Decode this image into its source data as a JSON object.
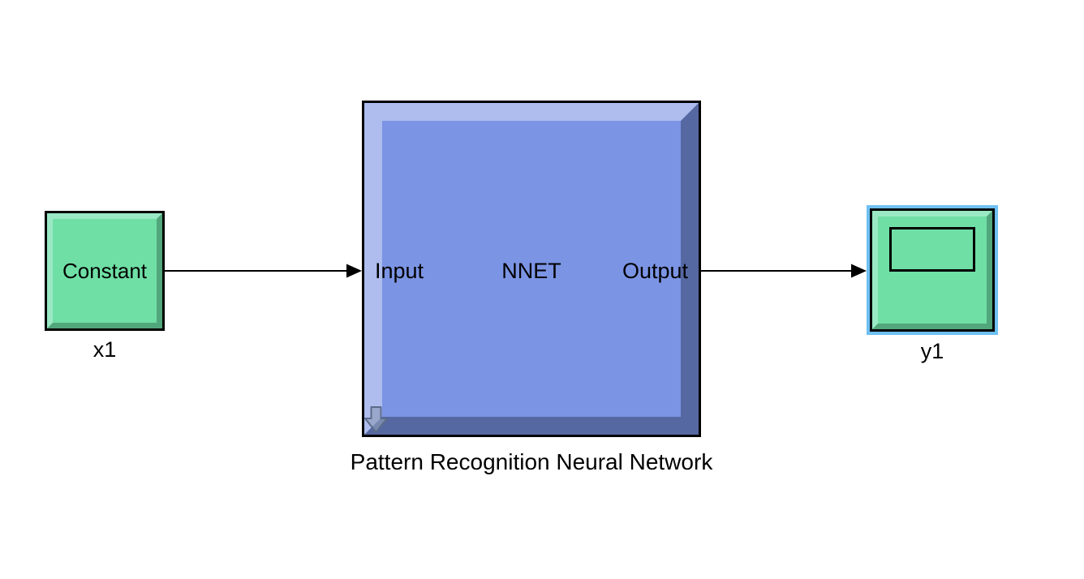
{
  "diagram": {
    "type": "simulink-block-diagram"
  },
  "colors": {
    "canvas_bg": "#ffffff",
    "block_green_fill": "#6fdfa5",
    "block_green_light": "#9ae9c4",
    "block_green_dark": "#52a67c",
    "block_blue_fill": "#7b94e4",
    "block_blue_light": "#aebcee",
    "block_blue_dark": "#5568a2",
    "scope_frame_blue": "#6fc0f2",
    "wire_color": "#000000",
    "text_color": "#000000"
  },
  "blocks": {
    "constant": {
      "label": "Constant",
      "name": "x1"
    },
    "nnet": {
      "input_port": "Input",
      "center_label": "NNET",
      "output_port": "Output",
      "name": "Pattern Recognition Neural Network",
      "badge_icon": "open-subsystem-down-arrow"
    },
    "scope": {
      "name": "y1",
      "screen_icon": "scope-screen-rectangle"
    }
  },
  "wires": [
    {
      "from": "x1",
      "to": "Pattern Recognition Neural Network"
    },
    {
      "from": "Pattern Recognition Neural Network",
      "to": "y1"
    }
  ]
}
